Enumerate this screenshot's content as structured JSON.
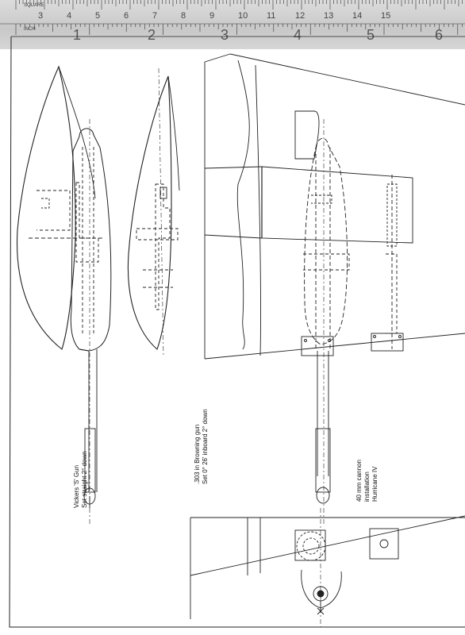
{
  "ruler": {
    "unit_top": "SQUARE",
    "unit_bottom": "INCH",
    "top_numbers": [
      "3",
      "4",
      "5",
      "6",
      "7",
      "8",
      "9",
      "10",
      "11",
      "12",
      "13",
      "14",
      "15"
    ],
    "bottom_numbers": [
      "1",
      "2",
      "3",
      "4",
      "5",
      "6"
    ]
  },
  "labels": {
    "vickers": [
      "Vickers 'S' Gun",
      "Set straight 2° down"
    ],
    "browning": [
      ".303 in Browning gun",
      "Set 0° 26' inboard 2° down"
    ],
    "cannon": [
      "40 mm cannon",
      "installation",
      "Hurricane IV"
    ]
  }
}
